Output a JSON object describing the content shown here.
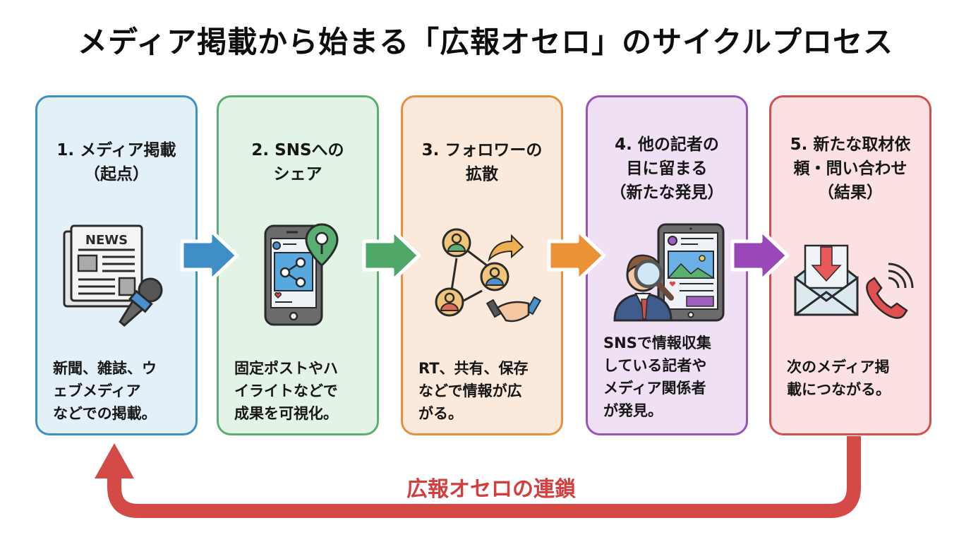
{
  "title": "メディア掲載から始まる「広報オセロ」のサイクルプロセス",
  "colors": {
    "step1": "#3f8ec6",
    "step2": "#5bae72",
    "step3": "#e8903e",
    "step4": "#9a54b8",
    "step5": "#d34f4f",
    "loop": "#d34f4f"
  },
  "steps": [
    {
      "heading": "1. メディア掲載\n（起点）",
      "icon": "newspaper-microphone-icon",
      "icon_text": "NEWS",
      "description": "新聞、雑誌、ウ\nェブメディア\nなどでの掲載。"
    },
    {
      "heading": "2. SNSへの\nシェア",
      "icon": "smartphone-share-pin-icon",
      "description": "固定ポストやハ\nイライトなどで\n成果を可視化。"
    },
    {
      "heading": "3. フォロワーの\n拡散",
      "icon": "people-network-handshake-icon",
      "description": "RT、共有、保存\nなどで情報が広\nがる。"
    },
    {
      "heading": "4. 他の記者の\n目に留まる\n（新たな発見）",
      "icon": "reporter-magnifier-tablet-icon",
      "description": "SNSで情報収集\nしている記者や\nメディア関係者\nが発見。"
    },
    {
      "heading": "5. 新たな取材依\n頼・問い合わせ\n（結果）",
      "icon": "mail-phone-icon",
      "description": "次のメディア掲\n載につながる。"
    }
  ],
  "loop": {
    "label": "広報オセロの連鎖",
    "icon": "return-loop-arrow-icon"
  }
}
